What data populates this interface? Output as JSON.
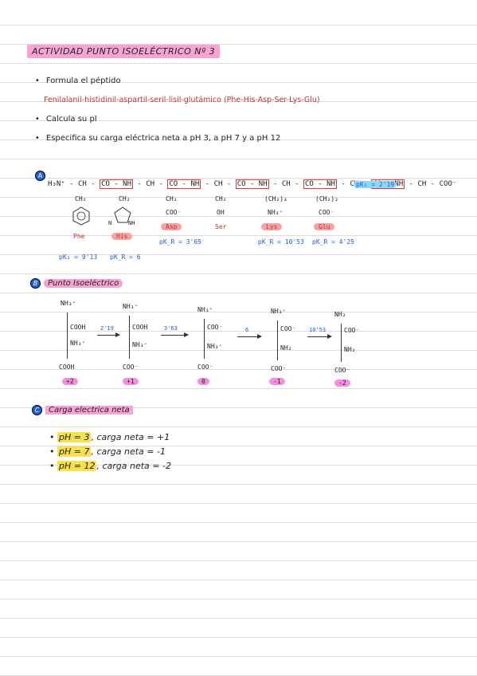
{
  "title": "ACTIVIDAD PUNTO ISOELÉCTRICO Nº 3",
  "bullets": [
    "Formula el péptido",
    "Calcula su pI",
    "Especifica su carga eléctrica neta a pH 3, a pH 7 y a pH 12"
  ],
  "peptide_name": "Fenilalanil-histidinil-aspartil-seril-lisil-glutámico (Phe-His-Asp-Ser-Lys-Glu)",
  "section_a": {
    "marker": "A",
    "chain": {
      "nh3": "H₃N⁺",
      "ch": "CH",
      "bond": "CO - NH",
      "coo": "COO⁻",
      "pk1": "pK₁ = 2'19"
    },
    "side_chains": [
      {
        "groups": [
          "CH₂"
        ],
        "name": "Phe"
      },
      {
        "groups": [
          "CH₂"
        ],
        "ring_n": [
          "N",
          "NH"
        ],
        "name": "His"
      },
      {
        "groups": [
          "CH₂",
          "COO⁻"
        ],
        "name": "Asp"
      },
      {
        "groups": [
          "CH₂",
          "OH"
        ],
        "name": "Ser"
      },
      {
        "groups": [
          "(CH₂)₄",
          "NH₃⁺"
        ],
        "name": "Lys"
      },
      {
        "groups": [
          "(CH₂)₂",
          "COO⁻"
        ],
        "name": "Glu"
      }
    ],
    "pk_labels": [
      "pK₂ = 9'13",
      "pK_R = 6",
      "pK_R = 3'65",
      "pK_R = 10'53",
      "pK_R = 4'25"
    ]
  },
  "section_b": {
    "marker": "B",
    "heading": "Punto Isoeléctrico",
    "forms": [
      {
        "top": "NH₃⁺",
        "side1": "COOH",
        "side2": "NH₃⁺",
        "bottom": "COOH",
        "charge": "+2"
      },
      {
        "top": "NH₃⁺",
        "side1": "COOH",
        "side2": "NH₃⁺",
        "bottom": "COO⁻",
        "charge": "+1"
      },
      {
        "top": "NH₃⁺",
        "side1": "COO⁻",
        "side2": "NH₃⁺",
        "bottom": "COO⁻",
        "charge": "0"
      },
      {
        "top": "NH₃⁺",
        "side1": "COO⁻",
        "side2": "NH₂",
        "bottom": "COO⁻",
        "charge": "-1"
      },
      {
        "top": "NH₂",
        "side1": "COO⁻",
        "side2": "NH₂",
        "bottom": "COO⁻",
        "charge": "-2"
      }
    ],
    "arrows": [
      "2'19",
      "3'63",
      "6",
      "10'53"
    ]
  },
  "section_c": {
    "marker": "C",
    "heading": "Carga electrica neta",
    "items": [
      {
        "ph": "pH = 3",
        "text": ", carga neta = +1"
      },
      {
        "ph": "pH = 7",
        "text": ", carga neta = -1"
      },
      {
        "ph": "pH = 12",
        "text": ", carga neta = -2"
      }
    ]
  }
}
